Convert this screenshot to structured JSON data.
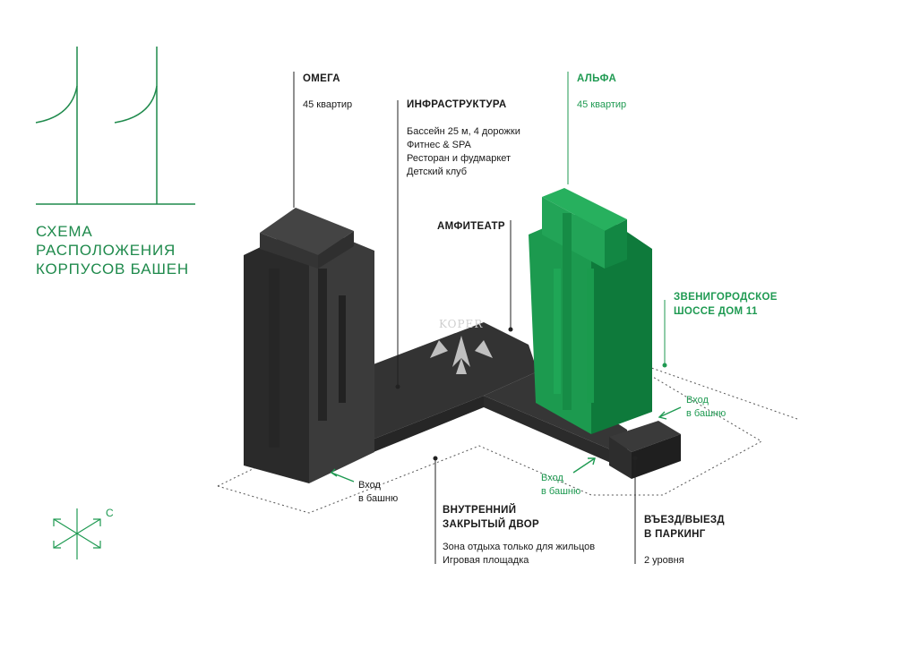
{
  "title": {
    "lines": [
      "СХЕМА",
      "РАСПОЛОЖЕНИЯ",
      "КОРПУСОВ БАШЕН"
    ]
  },
  "omega": {
    "name": "ОМЕГА",
    "apartments": "45 квартир"
  },
  "alpha": {
    "name": "АЛЬФА",
    "apartments": "45 квартир"
  },
  "infrastructure": {
    "heading": "ИНФРАСТРУКТУРА",
    "items": [
      "Бассейн 25 м, 4 дорожки",
      "Фитнес & SPA",
      "Ресторан и фудмаркет",
      "Детский клуб"
    ]
  },
  "amphitheater": {
    "heading": "АМФИТЕАТР"
  },
  "address": {
    "lines": [
      "ЗВЕНИГОРОДСКОЕ",
      "ШОССЕ ДОМ 11"
    ]
  },
  "courtyard": {
    "heading_lines": [
      "ВНУТРЕННИЙ",
      "ЗАКРЫТЫЙ ДВОР"
    ],
    "items": [
      "Зона отдыха только для жильцов",
      "Игровая площадка"
    ]
  },
  "parking": {
    "heading_lines": [
      "ВЪЕЗД/ВЫЕЗД",
      "В ПАРКИНГ"
    ],
    "levels": "2 уровня"
  },
  "entrances": {
    "omega": [
      "Вход",
      "в башню"
    ],
    "center": [
      "Вход",
      "в башню"
    ],
    "alpha": [
      "Вход",
      "в башню"
    ]
  },
  "compass": {
    "north_label": "С"
  },
  "watermark": "KOPER",
  "colors": {
    "brand_green": "#1f9a52",
    "dark_tower": "#2e2e2e",
    "alpha_tower": "#1fa152"
  }
}
